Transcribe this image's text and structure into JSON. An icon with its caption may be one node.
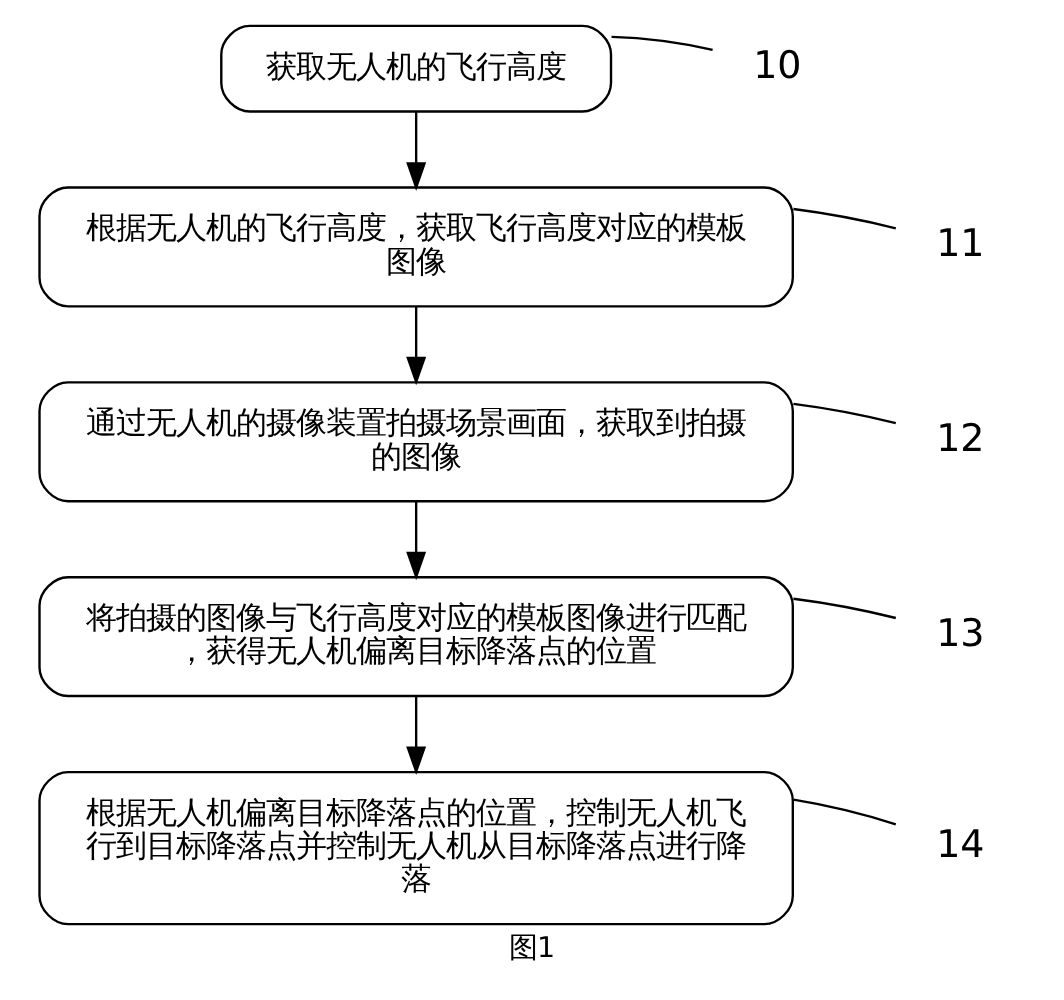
{
  "diagram": {
    "caption": "图1",
    "nodes": [
      {
        "text": [
          "获取无人机的飞行高度"
        ]
      },
      {
        "text": [
          "根据无人机的飞行高度，获取飞行高度对应的模板图像"
        ]
      },
      {
        "text": [
          "通过无人机的摄像装置拍摄场景画面，获取到拍摄的图像"
        ]
      },
      {
        "text": [
          "将拍摄的图像与飞行高度对应的模板图像进行匹配，获得无人机偏离目标降落点的位置"
        ]
      },
      {
        "text": [
          "根据无人机偏离目标降落点的位置，控制无人机飞行到目标降落点并控制无人机从目标降落点进行降落"
        ]
      },
      {
        "text": [
          "10"
        ]
      },
      {
        "text": [
          "11"
        ]
      },
      {
        "text": [
          "12"
        ]
      },
      {
        "text": [
          "13"
        ]
      },
      {
        "text": [
          "14"
        ]
      }
    ],
    "edges": [
      {
        "from": 0,
        "to": 1,
        "arrow": "to"
      },
      {
        "from": 1,
        "to": 2,
        "arrow": "to"
      },
      {
        "from": 2,
        "to": 3,
        "arrow": "to"
      },
      {
        "from": 3,
        "to": 4,
        "arrow": "to"
      },
      {
        "from": 5,
        "to": 0,
        "arrow": "none"
      },
      {
        "from": 6,
        "to": 1,
        "arrow": "none"
      },
      {
        "from": 7,
        "to": 2,
        "arrow": "none"
      },
      {
        "from": 8,
        "to": 3,
        "arrow": "none"
      },
      {
        "from": 9,
        "to": 4,
        "arrow": "none"
      }
    ]
  }
}
